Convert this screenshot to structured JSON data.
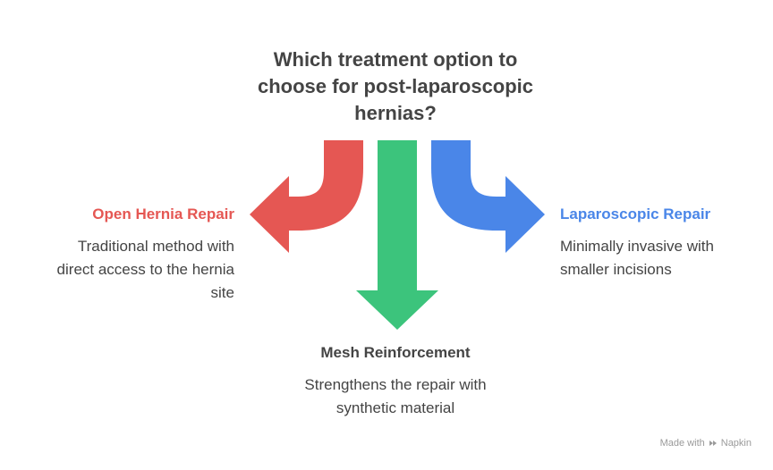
{
  "title": "Which treatment option to\nchoose for post-laparoscopic\nhernias?",
  "options": {
    "left": {
      "heading": "Open Hernia Repair",
      "description": "Traditional method with\ndirect access to the hernia\nsite",
      "color": "#e55753"
    },
    "center": {
      "heading": "Mesh Reinforcement",
      "description": "Strengthens the repair with\nsynthetic material",
      "color": "#3cc47c"
    },
    "right": {
      "heading": "Laparoscopic Repair",
      "description": "Minimally invasive with\nsmaller incisions",
      "color": "#4a86e8"
    }
  },
  "watermark": {
    "prefix": "Made with",
    "brand": "Napkin"
  }
}
